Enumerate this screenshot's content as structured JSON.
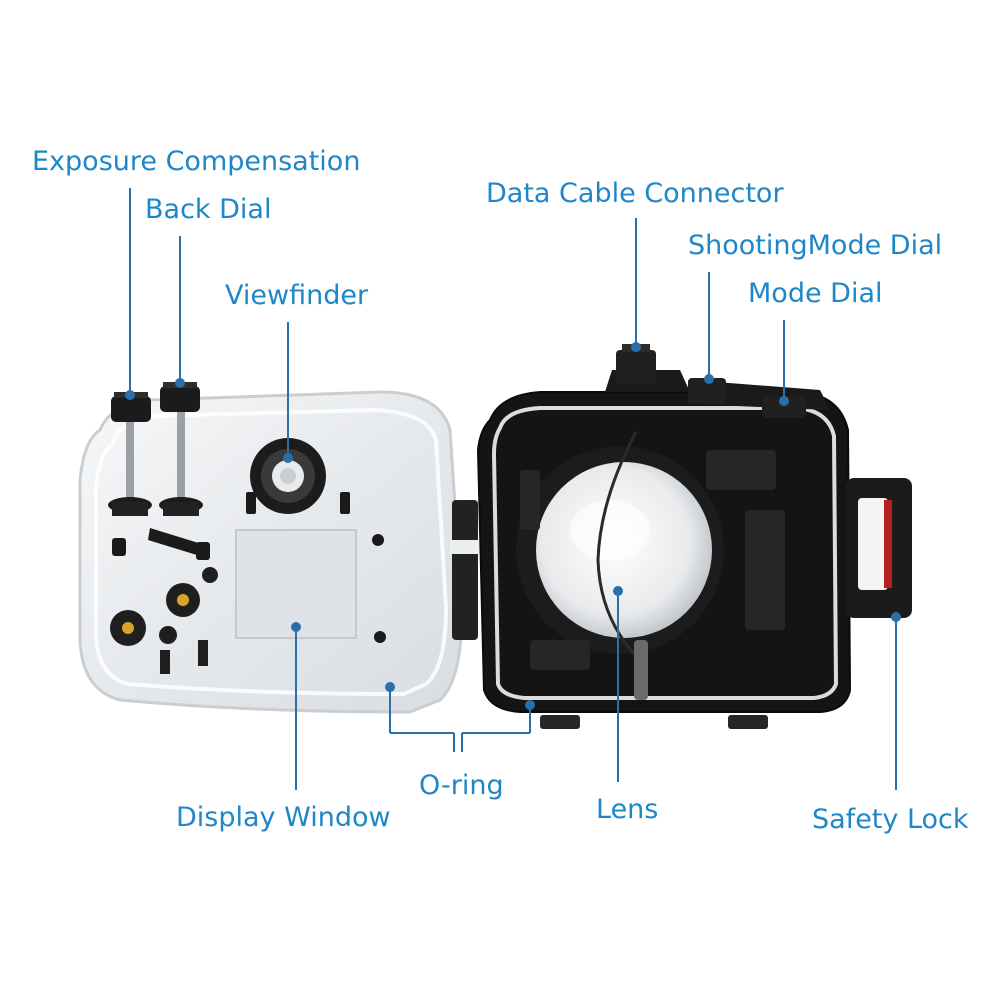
{
  "colors": {
    "label": "#1f86c8",
    "leader": "#2a6fa8",
    "housing_clear": "#e9ecef",
    "housing_black": "#151515"
  },
  "labels": {
    "exposure_compensation": "Exposure Compensation",
    "back_dial": "Back Dial",
    "viewfinder": "Viewfinder",
    "data_cable_connector": "Data Cable Connector",
    "shooting_mode_dial": "ShootingMode Dial",
    "mode_dial": "Mode Dial",
    "display_window": "Display Window",
    "o_ring": "O-ring",
    "lens": "Lens",
    "safety_lock": "Safety Lock"
  }
}
